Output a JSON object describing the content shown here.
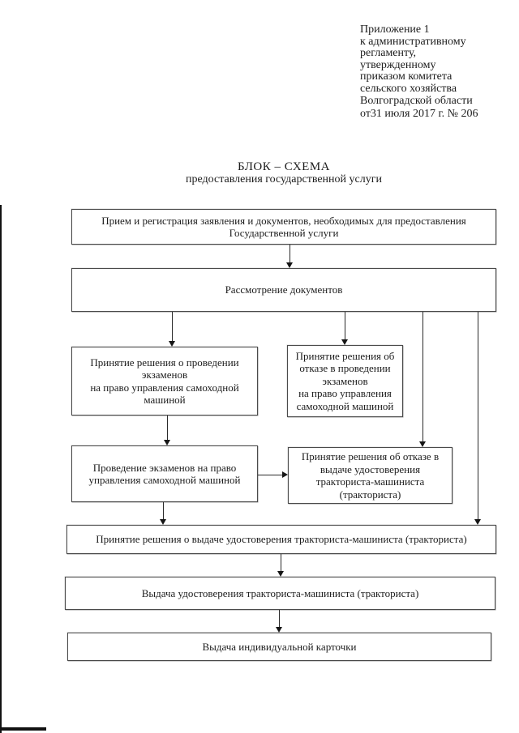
{
  "page": {
    "background": "#ffffff",
    "ink": "#1c1c1c",
    "box_border_color": "#4a4a4a"
  },
  "annotation": {
    "lines": [
      "Приложение 1",
      "к административному",
      "регламенту,",
      "утвержденному",
      "приказом комитета",
      "сельского хозяйства",
      "Волгоградской области",
      "от31 июля 2017 г. № 206"
    ]
  },
  "title": {
    "line1": "БЛОК – СХЕМА",
    "line2": "предоставления государственной услуги"
  },
  "flowchart": {
    "nodes": [
      {
        "id": "receive-register",
        "lines": [
          "Прием и регистрация заявления и документов, необходимых для предоставления",
          "Государственной услуги"
        ]
      },
      {
        "id": "review-documents",
        "lines": [
          "Рассмотрение документов"
        ]
      },
      {
        "id": "decide-conduct-exams",
        "lines": [
          "Принятие решения о проведении",
          "экзаменов",
          "на право управления самоходной",
          "машиной"
        ]
      },
      {
        "id": "refuse-exams",
        "lines": [
          "Принятие решения об",
          "отказе в проведении",
          "экзаменов",
          "на право управления",
          "самоходной машиной"
        ]
      },
      {
        "id": "conduct-exams",
        "lines": [
          "Проведение экзаменов на право",
          "управления самоходной машиной"
        ]
      },
      {
        "id": "refuse-certificate",
        "lines": [
          "Принятие решения об отказе в",
          "выдаче удостоверения",
          "тракториста-машиниста",
          "(тракториста)"
        ]
      },
      {
        "id": "decide-issue-certificate",
        "lines": [
          "Принятие решения о выдаче удостоверения тракториста-машиниста (тракториста)"
        ]
      },
      {
        "id": "issue-certificate",
        "lines": [
          "Выдача удостоверения тракториста-машиниста (тракториста)"
        ]
      },
      {
        "id": "issue-individual-card",
        "lines": [
          "Выдача индивидуальной карточки"
        ]
      }
    ]
  }
}
